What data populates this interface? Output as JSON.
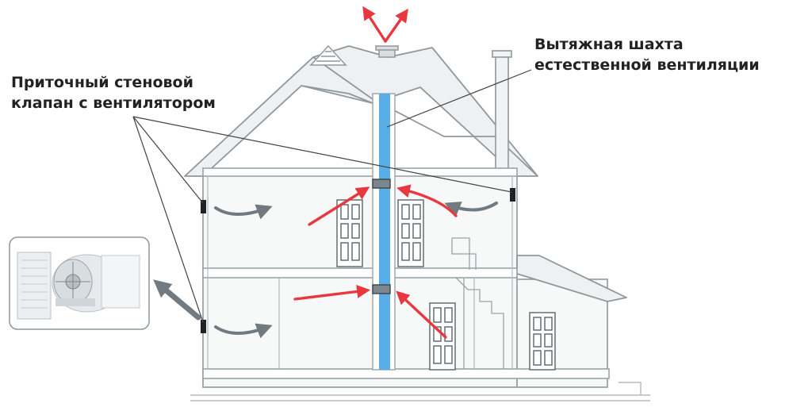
{
  "labels": {
    "supply_valve_line1": "Приточный стеновой",
    "supply_valve_line2": "клапан с вентилятором",
    "exhaust_shaft_line1": "Вытяжная шахта",
    "exhaust_shaft_line2": "естественной вентиляции"
  },
  "colors": {
    "airflow_in": "#e8383f",
    "airflow_out": "#e8383f",
    "outdoor_air": "#707a80",
    "shaft": "#5aaee8",
    "building_line": "#9aa3a8",
    "roof_fill": "#eef0f1",
    "wall_fill": "#f7f8f8"
  },
  "icons": [
    "supply-valve-icon",
    "fan-unit-icon",
    "exhaust-grille-icon",
    "door-icon",
    "chimney-icon"
  ]
}
